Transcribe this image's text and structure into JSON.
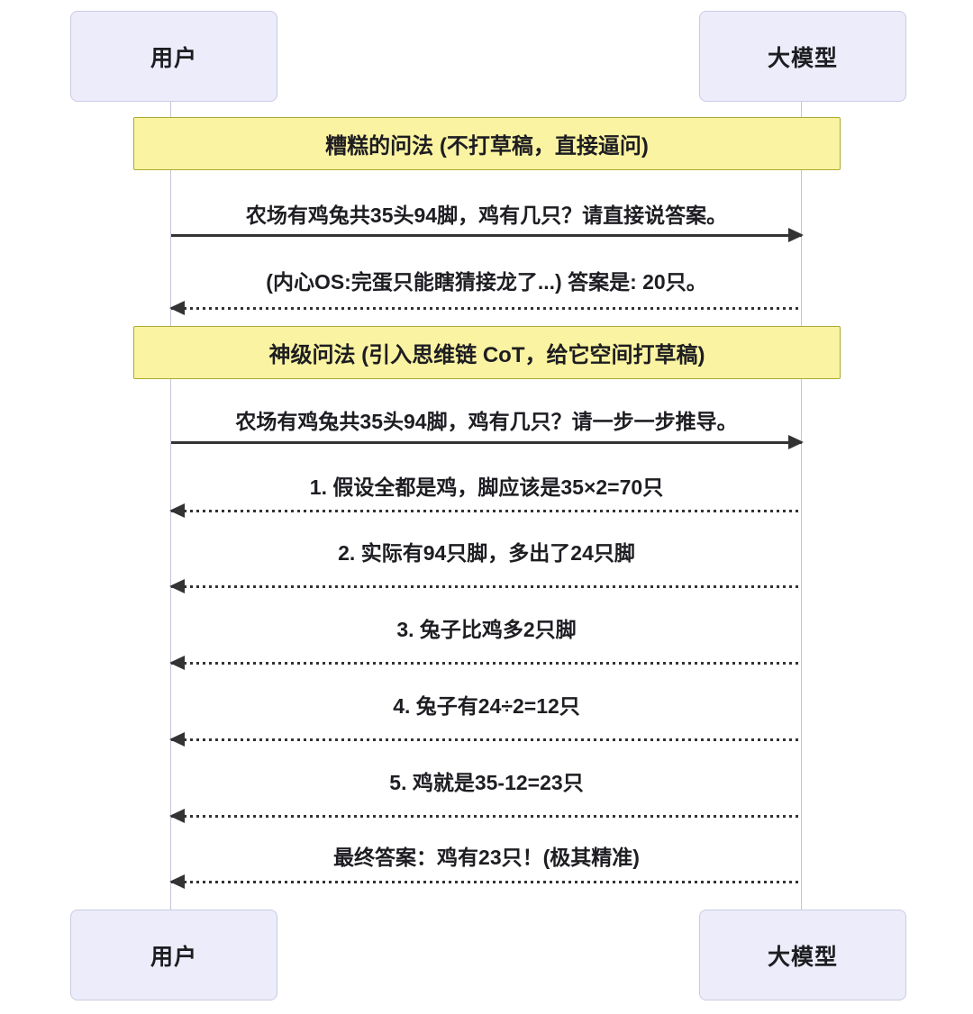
{
  "diagram": {
    "actors": [
      {
        "label": "用户"
      },
      {
        "label": "大模型"
      }
    ],
    "rows": [
      {
        "type": "banner",
        "text": "糟糕的问法 (不打草稿，直接逼问)"
      },
      {
        "type": "solid-right",
        "text": "农场有鸡兔共35头94脚，鸡有几只？请直接说答案。"
      },
      {
        "type": "dotted-left",
        "text": "(内心OS:完蛋只能瞎猜接龙了...) 答案是: 20只。"
      },
      {
        "type": "banner",
        "text": "神级问法 (引入思维链 CoT，给它空间打草稿)"
      },
      {
        "type": "solid-right",
        "text": "农场有鸡兔共35头94脚，鸡有几只？请一步一步推导。"
      },
      {
        "type": "dotted-left",
        "text": "1. 假设全都是鸡，脚应该是35×2=70只"
      },
      {
        "type": "dotted-left",
        "text": "2. 实际有94只脚，多出了24只脚"
      },
      {
        "type": "dotted-left",
        "text": "3. 兔子比鸡多2只脚"
      },
      {
        "type": "dotted-left",
        "text": "4. 兔子有24÷2=12只"
      },
      {
        "type": "dotted-left",
        "text": "5. 鸡就是35-12=23只"
      },
      {
        "type": "dotted-left",
        "text": "最终答案：鸡有23只！(极其精准)"
      }
    ],
    "colors": {
      "actor_fill": "#ECECFA",
      "actor_border": "#CBCBE4",
      "banner_fill": "#FAF3A1",
      "banner_border": "#AAAA33",
      "arrow": "#333333",
      "lifeline": "#C4C4D4"
    }
  }
}
